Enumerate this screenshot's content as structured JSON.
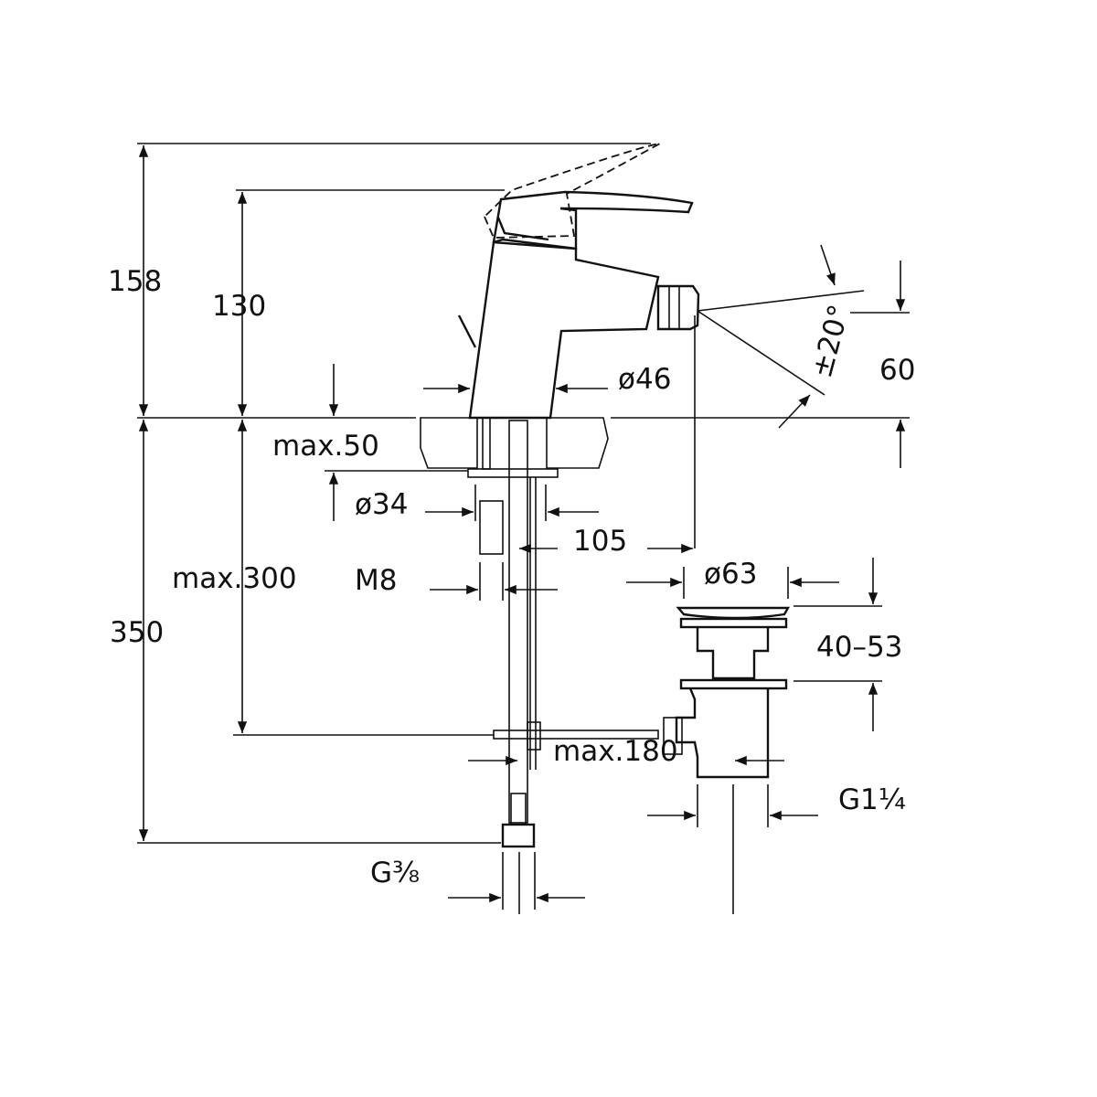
{
  "drawing": {
    "title": "Bidet mixer technical drawing",
    "dimensions": {
      "total_height": "158",
      "body_height": "130",
      "max_deck": "max.50",
      "shank_dia": "ø34",
      "projection": "105",
      "max_hose": "max.300",
      "thread": "M8",
      "drain_dia": "ø63",
      "drain_range": "40–53",
      "below_deck": "350",
      "drain_thread": "G1¼",
      "hose_thread": "G⅜",
      "max_rod": "max.180",
      "body_dia": "ø46",
      "spout_angle": "±20°",
      "spout_height": "60"
    },
    "colors": {
      "line": "#111111",
      "background": "#ffffff"
    }
  }
}
